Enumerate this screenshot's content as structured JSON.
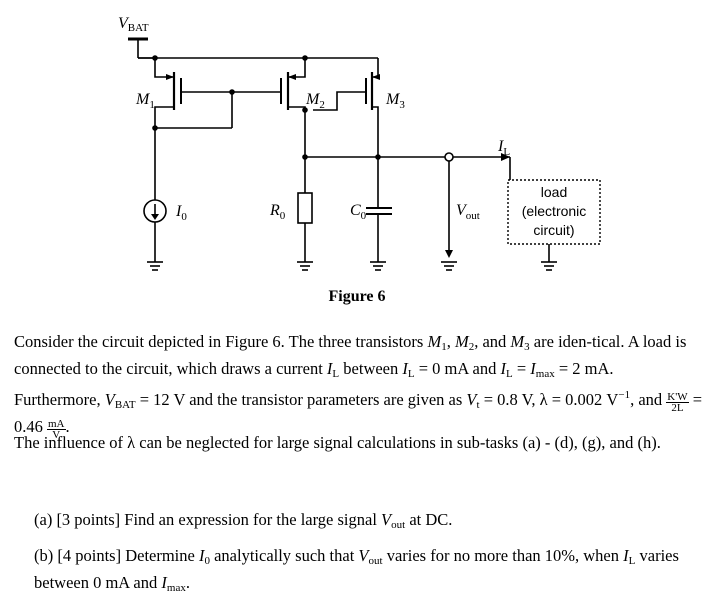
{
  "figure": {
    "caption": "Figure 6",
    "labels": {
      "vbat_main": "V",
      "vbat_sub": "BAT",
      "m1_main": "M",
      "m1_sub": "1",
      "m2_main": "M",
      "m2_sub": "2",
      "m3_main": "M",
      "m3_sub": "3",
      "i0_main": "I",
      "i0_sub": "0",
      "r0_main": "R",
      "r0_sub": "0",
      "c0_main": "C",
      "c0_sub": "0",
      "vout_main": "V",
      "vout_sub": "out",
      "il_main": "I",
      "il_sub": "L",
      "load_line1": "load",
      "load_line2": "(electronic",
      "load_line3": "circuit)"
    }
  },
  "text": {
    "p1_a": "Consider the circuit depicted in Figure 6. The three transistors ",
    "p1_m1": "M",
    "p1_m1s": "1",
    "p1_comma1": ", ",
    "p1_m2": "M",
    "p1_m2s": "2",
    "p1_and1": ", and ",
    "p1_m3": "M",
    "p1_m3s": "3",
    "p1_b": " are iden-tical. A load is connected to the circuit, which draws a current ",
    "p1_il": "I",
    "p1_ils": "L",
    "p1_c": " between ",
    "p1_il2": "I",
    "p1_il2s": "L",
    "p1_d": " = 0 mA and ",
    "p1_il3": "I",
    "p1_il3s": "L",
    "p1_e": " = ",
    "p1_imax": "I",
    "p1_imaxs": "max",
    "p1_f": " = 2 mA. Furthermore, ",
    "p1_v": "V",
    "p1_vs": "BAT",
    "p1_g": " = 12 V and the transistor parameters are given as ",
    "p1_vt": "V",
    "p1_vts": "t",
    "p1_h": " = 0.8 V, λ = 0.002 V",
    "p1_hsup": "−1",
    "p1_i": ", and ",
    "p1_fr_num": "K'W",
    "p1_fr_den": "2L",
    "p1_j": " = 0.46 ",
    "p1_u_num": "mA",
    "p1_u_den": "V",
    "p1_k": ".",
    "p2": "The influence of λ can be neglected for large signal calculations in sub-tasks (a) - (d), (g), and (h).",
    "a_head": "(a) [3 points] ",
    "a_body": "Find an expression for the large signal ",
    "a_v": "V",
    "a_vs": "out",
    "a_end": " at DC.",
    "b_head": "(b) [4 points] ",
    "b_body": "Determine ",
    "b_i": "I",
    "b_is": "0",
    "b_body2": " analytically such that ",
    "b_v": "V",
    "b_vs": "out",
    "b_body3": " varies for no more than 10%, when ",
    "b_il": "I",
    "b_ils": "L",
    "b_body4": " varies between 0 mA and ",
    "b_im": "I",
    "b_ims": "max",
    "b_end": "."
  }
}
